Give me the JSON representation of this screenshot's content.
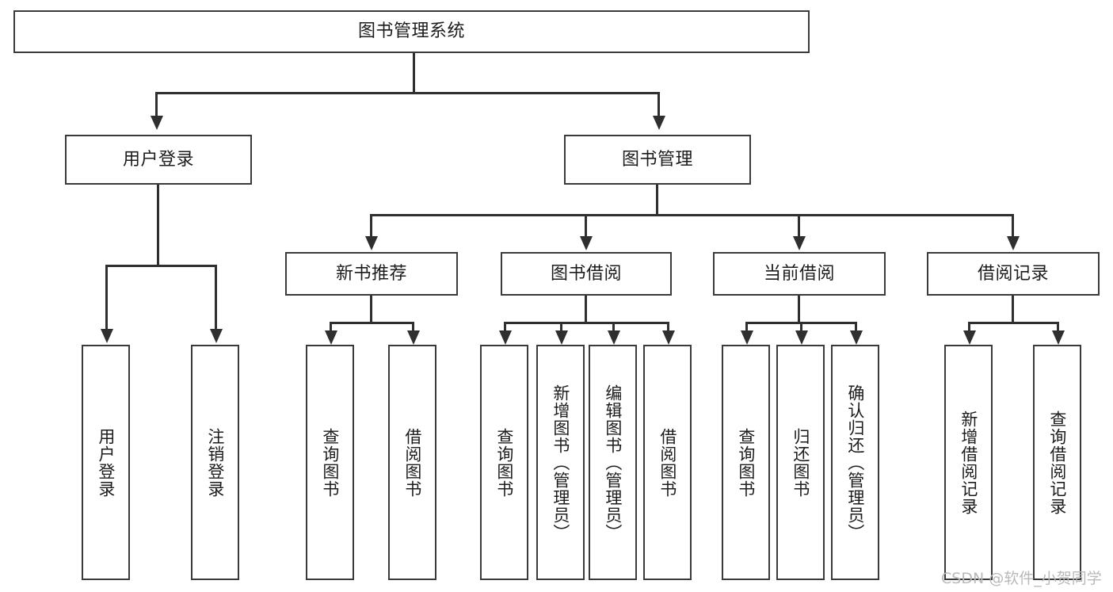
{
  "diagram": {
    "title": "图书管理系统",
    "type": "tree-hierarchy",
    "root": {
      "label": "图书管理系统"
    },
    "level2": [
      {
        "label": "用户登录"
      },
      {
        "label": "图书管理"
      }
    ],
    "level3": [
      {
        "label": "新书推荐"
      },
      {
        "label": "图书借阅"
      },
      {
        "label": "当前借阅"
      },
      {
        "label": "借阅记录"
      }
    ],
    "leaves": {
      "user_login": [
        {
          "label": "用户登录"
        },
        {
          "label": "注销登录"
        }
      ],
      "new_book_recommend": [
        {
          "label": "查询图书"
        },
        {
          "label": "借阅图书"
        }
      ],
      "book_borrow": [
        {
          "label": "查询图书"
        },
        {
          "label": "新增图书（管理员）"
        },
        {
          "label": "编辑图书（管理员）"
        },
        {
          "label": "借阅图书"
        }
      ],
      "current_borrow": [
        {
          "label": "查询图书"
        },
        {
          "label": "归还图书"
        },
        {
          "label": "确认归还（管理员）"
        }
      ],
      "borrow_records": [
        {
          "label": "新增借阅记录"
        },
        {
          "label": "查询借阅记录"
        }
      ]
    }
  },
  "watermark": {
    "text": "CSDN @软件_小贺同学"
  },
  "colors": {
    "border": "#3a3a3a",
    "line": "#2f2f2f",
    "text": "#1c1c1c",
    "background": "#ffffff",
    "watermark": "#b9b9b9"
  }
}
